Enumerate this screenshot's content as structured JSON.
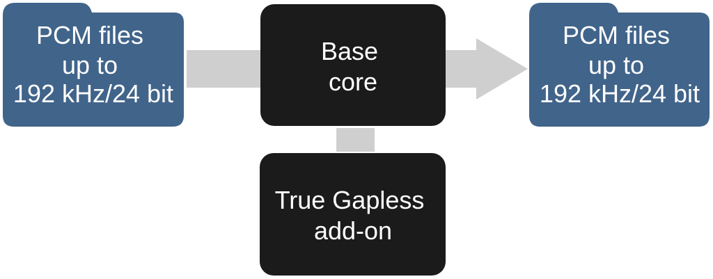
{
  "diagram": {
    "input_folder": {
      "lines": [
        "PCM files",
        "up to",
        "192 kHz/24 bit"
      ]
    },
    "base_core": {
      "lines": [
        "Base",
        "core"
      ]
    },
    "output_folder": {
      "lines": [
        "PCM files",
        "up to",
        "192 kHz/24 bit"
      ]
    },
    "addon": {
      "lines": [
        "True Gapless",
        "add-on"
      ]
    }
  },
  "colors": {
    "folder_fill": "#41648a",
    "box_fill": "#1b1b1b",
    "connector": "#cfcfcf",
    "text": "#ffffff"
  }
}
